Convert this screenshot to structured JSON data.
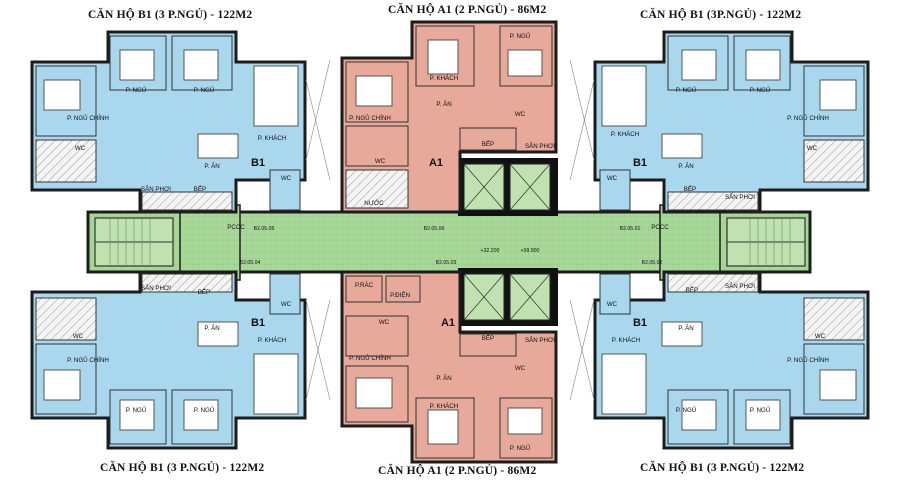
{
  "titles": {
    "b1_top_left": "CĂN HỘ B1 (3 P.NGỦ) - 122M2",
    "a1_top": "CĂN HỘ A1 (2 P.NGỦ) - 86M2",
    "b1_top_right": "CĂN HỘ B1 (3P.NGỦ) - 122M2",
    "b1_bottom_left": "CĂN HỘ B1 (3 P.NGỦ) - 122M2",
    "a1_bottom": "CĂN HỘ A1 (2 P.NGỦ) - 86M2",
    "b1_bottom_right": "CĂN HỘ B1 (3 P.NGỦ) - 122M2"
  },
  "unit_codes": {
    "b1": "B1",
    "a1": "A1"
  },
  "rooms": {
    "bedroom": "P. NGỦ",
    "master": "P. NGỦ CHÍNH",
    "living": "P. KHÁCH",
    "dining": "P. ĂN",
    "kitchen": "BẾP",
    "wc": "WC",
    "balcony": "SÂN PHƠI",
    "water": "NƯỚC",
    "trash": "P.RÁC",
    "electric": "P.ĐIỆN",
    "fire_stair": "PCCC"
  },
  "door_codes": {
    "d1": "B2.05.05",
    "d2": "B2.05.06",
    "d3": "B2.05.01",
    "d4": "B2.05.04",
    "d5": "B2.05.03",
    "d6": "B2.05.02"
  },
  "levels": {
    "l1": "+32.200",
    "l2": "+99.900"
  },
  "colors": {
    "blue_unit": "#a9d8ee",
    "pink_unit": "#e6a99a",
    "corridor": "#a9d79a",
    "wall": "#1c1c1c",
    "lift": "#bfe2b0"
  }
}
